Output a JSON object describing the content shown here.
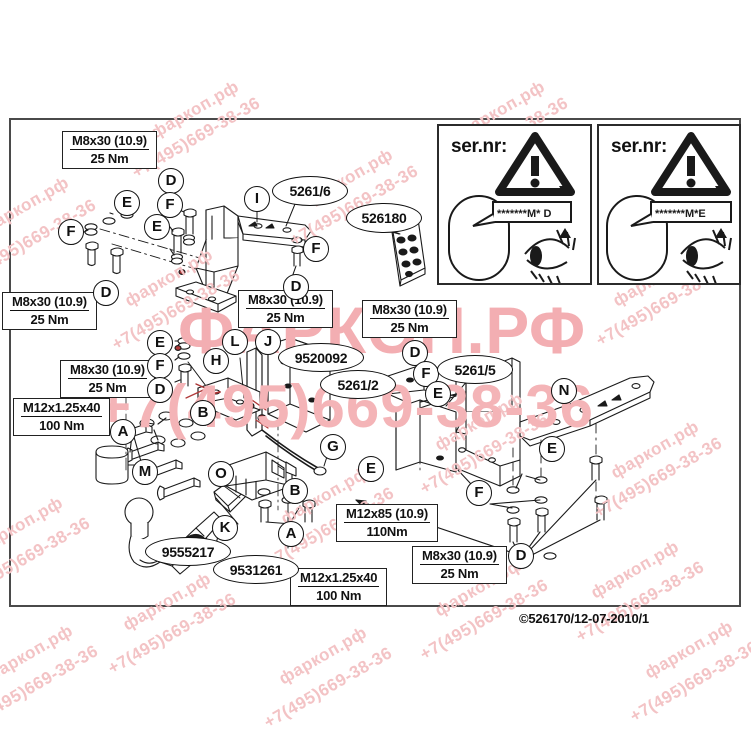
{
  "document": {
    "title": "Towbar fitting instruction diagram",
    "copyright": "©526170/12-07-2010/1"
  },
  "watermark": {
    "brand": "ФАРКОП.РФ",
    "phone": "+7(495)669-38-36",
    "tile_small": "фаркоп.рф",
    "tile_phone": "+7(495)669-38-36",
    "color": "#f0b7b9"
  },
  "sernr_panels": [
    {
      "label": "ser.nr:",
      "code": "*******M* D",
      "warning_icon": "warning-triangle-icon",
      "eye_icon": "eye-icon"
    },
    {
      "label": "ser.nr:",
      "code": "*******M*E",
      "warning_icon": "warning-triangle-icon",
      "eye_icon": "eye-icon"
    }
  ],
  "torque_specs": [
    {
      "id": "spec-1",
      "bolt": "M8x30 (10.9)",
      "torque": "25 Nm"
    },
    {
      "id": "spec-2",
      "bolt": "M8x30 (10.9)",
      "torque": "25 Nm"
    },
    {
      "id": "spec-3",
      "bolt": "M8x30 (10.9)",
      "torque": "25 Nm"
    },
    {
      "id": "spec-4",
      "bolt": "M8x30 (10.9)",
      "torque": "25 Nm"
    },
    {
      "id": "spec-5",
      "bolt": "M8x30 (10.9)",
      "torque": "25 Nm"
    },
    {
      "id": "spec-6",
      "bolt": "M12x1.25x40",
      "torque": "100 Nm"
    },
    {
      "id": "spec-7",
      "bolt": "M12x85 (10.9)",
      "torque": "110Nm"
    },
    {
      "id": "spec-8",
      "bolt": "M8x30 (10.9)",
      "torque": "25 Nm"
    },
    {
      "id": "spec-9",
      "bolt": "M12x1.25x40",
      "torque": "100 Nm"
    }
  ],
  "letter_callouts": [
    {
      "id": "c-D-1",
      "letter": "D"
    },
    {
      "id": "c-E-1",
      "letter": "E"
    },
    {
      "id": "c-F-1",
      "letter": "F"
    },
    {
      "id": "c-F-2",
      "letter": "F"
    },
    {
      "id": "c-E-2",
      "letter": "E"
    },
    {
      "id": "c-F-3",
      "letter": "F"
    },
    {
      "id": "c-D-2",
      "letter": "D"
    },
    {
      "id": "c-I-1",
      "letter": "I"
    },
    {
      "id": "c-F-4",
      "letter": "F"
    },
    {
      "id": "c-D-3",
      "letter": "D"
    },
    {
      "id": "c-E-3",
      "letter": "E"
    },
    {
      "id": "c-F-5",
      "letter": "F"
    },
    {
      "id": "c-D-4",
      "letter": "D"
    },
    {
      "id": "c-H-1",
      "letter": "H"
    },
    {
      "id": "c-L-1",
      "letter": "L"
    },
    {
      "id": "c-J-1",
      "letter": "J"
    },
    {
      "id": "c-B-1",
      "letter": "B"
    },
    {
      "id": "c-A-1",
      "letter": "A"
    },
    {
      "id": "c-M-1",
      "letter": "M"
    },
    {
      "id": "c-O-1",
      "letter": "O"
    },
    {
      "id": "c-K-1",
      "letter": "K"
    },
    {
      "id": "c-B-2",
      "letter": "B"
    },
    {
      "id": "c-A-2",
      "letter": "A"
    },
    {
      "id": "c-G-1",
      "letter": "G"
    },
    {
      "id": "c-E-4",
      "letter": "E"
    },
    {
      "id": "c-D-5",
      "letter": "D"
    },
    {
      "id": "c-F-6",
      "letter": "F"
    },
    {
      "id": "c-E-5",
      "letter": "E"
    },
    {
      "id": "c-N-1",
      "letter": "N"
    },
    {
      "id": "c-E-6",
      "letter": "E"
    },
    {
      "id": "c-F-7",
      "letter": "F"
    },
    {
      "id": "c-D-6",
      "letter": "D"
    }
  ],
  "part_callouts": [
    {
      "id": "p-5261-6",
      "number": "5261/6"
    },
    {
      "id": "p-526180",
      "number": "526180"
    },
    {
      "id": "p-9520092",
      "number": "9520092"
    },
    {
      "id": "p-5261-2",
      "number": "5261/2"
    },
    {
      "id": "p-5261-5",
      "number": "5261/5"
    },
    {
      "id": "p-9555217",
      "number": "9555217"
    },
    {
      "id": "p-9531261",
      "number": "9531261"
    }
  ]
}
